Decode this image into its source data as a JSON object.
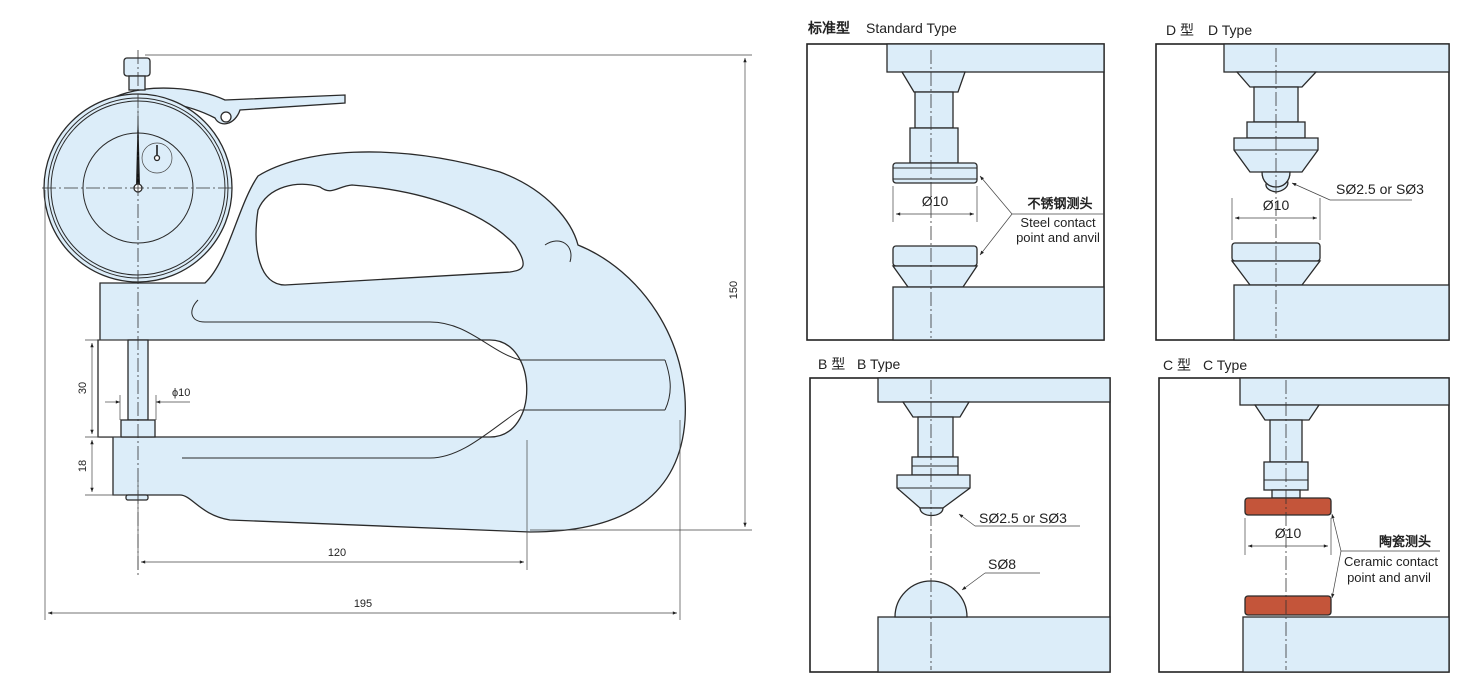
{
  "main_drawing": {
    "dimensions": {
      "height": "150",
      "throat_depth": "120",
      "overall_length": "195",
      "gap": "30",
      "anvil_height": "18",
      "spindle_diameter": "ϕ10"
    }
  },
  "panels": {
    "standard": {
      "title_cn": "标准型",
      "title_en": "Standard Type",
      "diameter": "Ø10",
      "label_cn": "不锈钢测头",
      "label_en_1": "Steel contact",
      "label_en_2": "point and anvil"
    },
    "d_type": {
      "title_cn": "D 型",
      "title_en": "D Type",
      "diameter": "Ø10",
      "tip": "SØ2.5 or SØ3"
    },
    "b_type": {
      "title_cn": "B 型",
      "title_en": "B Type",
      "tip": "SØ2.5 or SØ3",
      "anvil": "SØ8"
    },
    "c_type": {
      "title_cn": "C 型",
      "title_en": "C Type",
      "diameter": "Ø10",
      "label_cn": "陶瓷测头",
      "label_en_1": "Ceramic contact",
      "label_en_2": "point and anvil"
    }
  },
  "colors": {
    "fill": "#dcedf9",
    "ceramic": "#c4553a",
    "line": "#2a2a2a"
  }
}
